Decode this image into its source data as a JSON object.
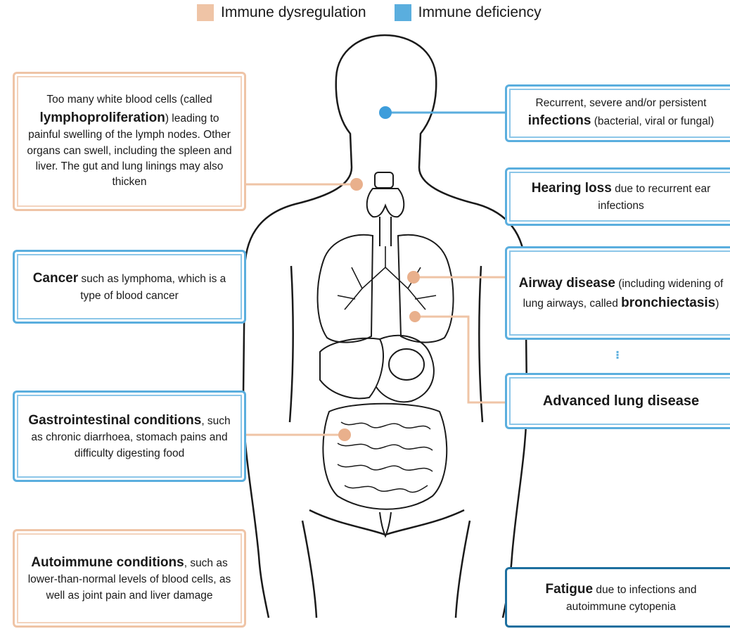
{
  "legend": {
    "dysregulation": {
      "label": "Immune dysregulation",
      "color": "#efc4a6"
    },
    "deficiency": {
      "label": "Immune deficiency",
      "color": "#5aaede"
    }
  },
  "cards": {
    "lympho": {
      "text_a": "Too many white blood cells (called",
      "bold": "lymphoproliferation",
      "text_b": ") leading to painful swelling of the lymph nodes. Other organs can swell, including the spleen and liver. The gut and lung linings may also thicken"
    },
    "cancer": {
      "bold": "Cancer",
      "text": " such as lymphoma, which is a type of blood cancer"
    },
    "gastro": {
      "bold": "Gastrointestinal conditions",
      "text": ", such as chronic diarrhoea, stomach pains and difficulty digesting food"
    },
    "autoimmune": {
      "bold": "Autoimmune conditions",
      "text": ", such as lower-than-normal levels of blood cells, as well as joint pain and liver damage"
    },
    "infections": {
      "text_a": "Recurrent, severe and/or persistent",
      "bold": "infections",
      "text_b": " (bacterial, viral or fungal)"
    },
    "hearing": {
      "bold": "Hearing loss",
      "text": " due to recurrent ear infections"
    },
    "airway": {
      "bold_a": "Airway disease",
      "text": " (including widening of lung airways, called ",
      "bold_b": "bronchiectasis",
      "text_end": ")"
    },
    "advanced": {
      "bold": "Advanced lung disease"
    },
    "fatigue": {
      "bold": "Fatigue",
      "text": " due to infections and autoimmune cytopenia"
    }
  },
  "icons": [
    "human-body-outline-icon",
    "lungs-icon",
    "stomach-icon",
    "intestines-icon",
    "thyroid-icon"
  ]
}
